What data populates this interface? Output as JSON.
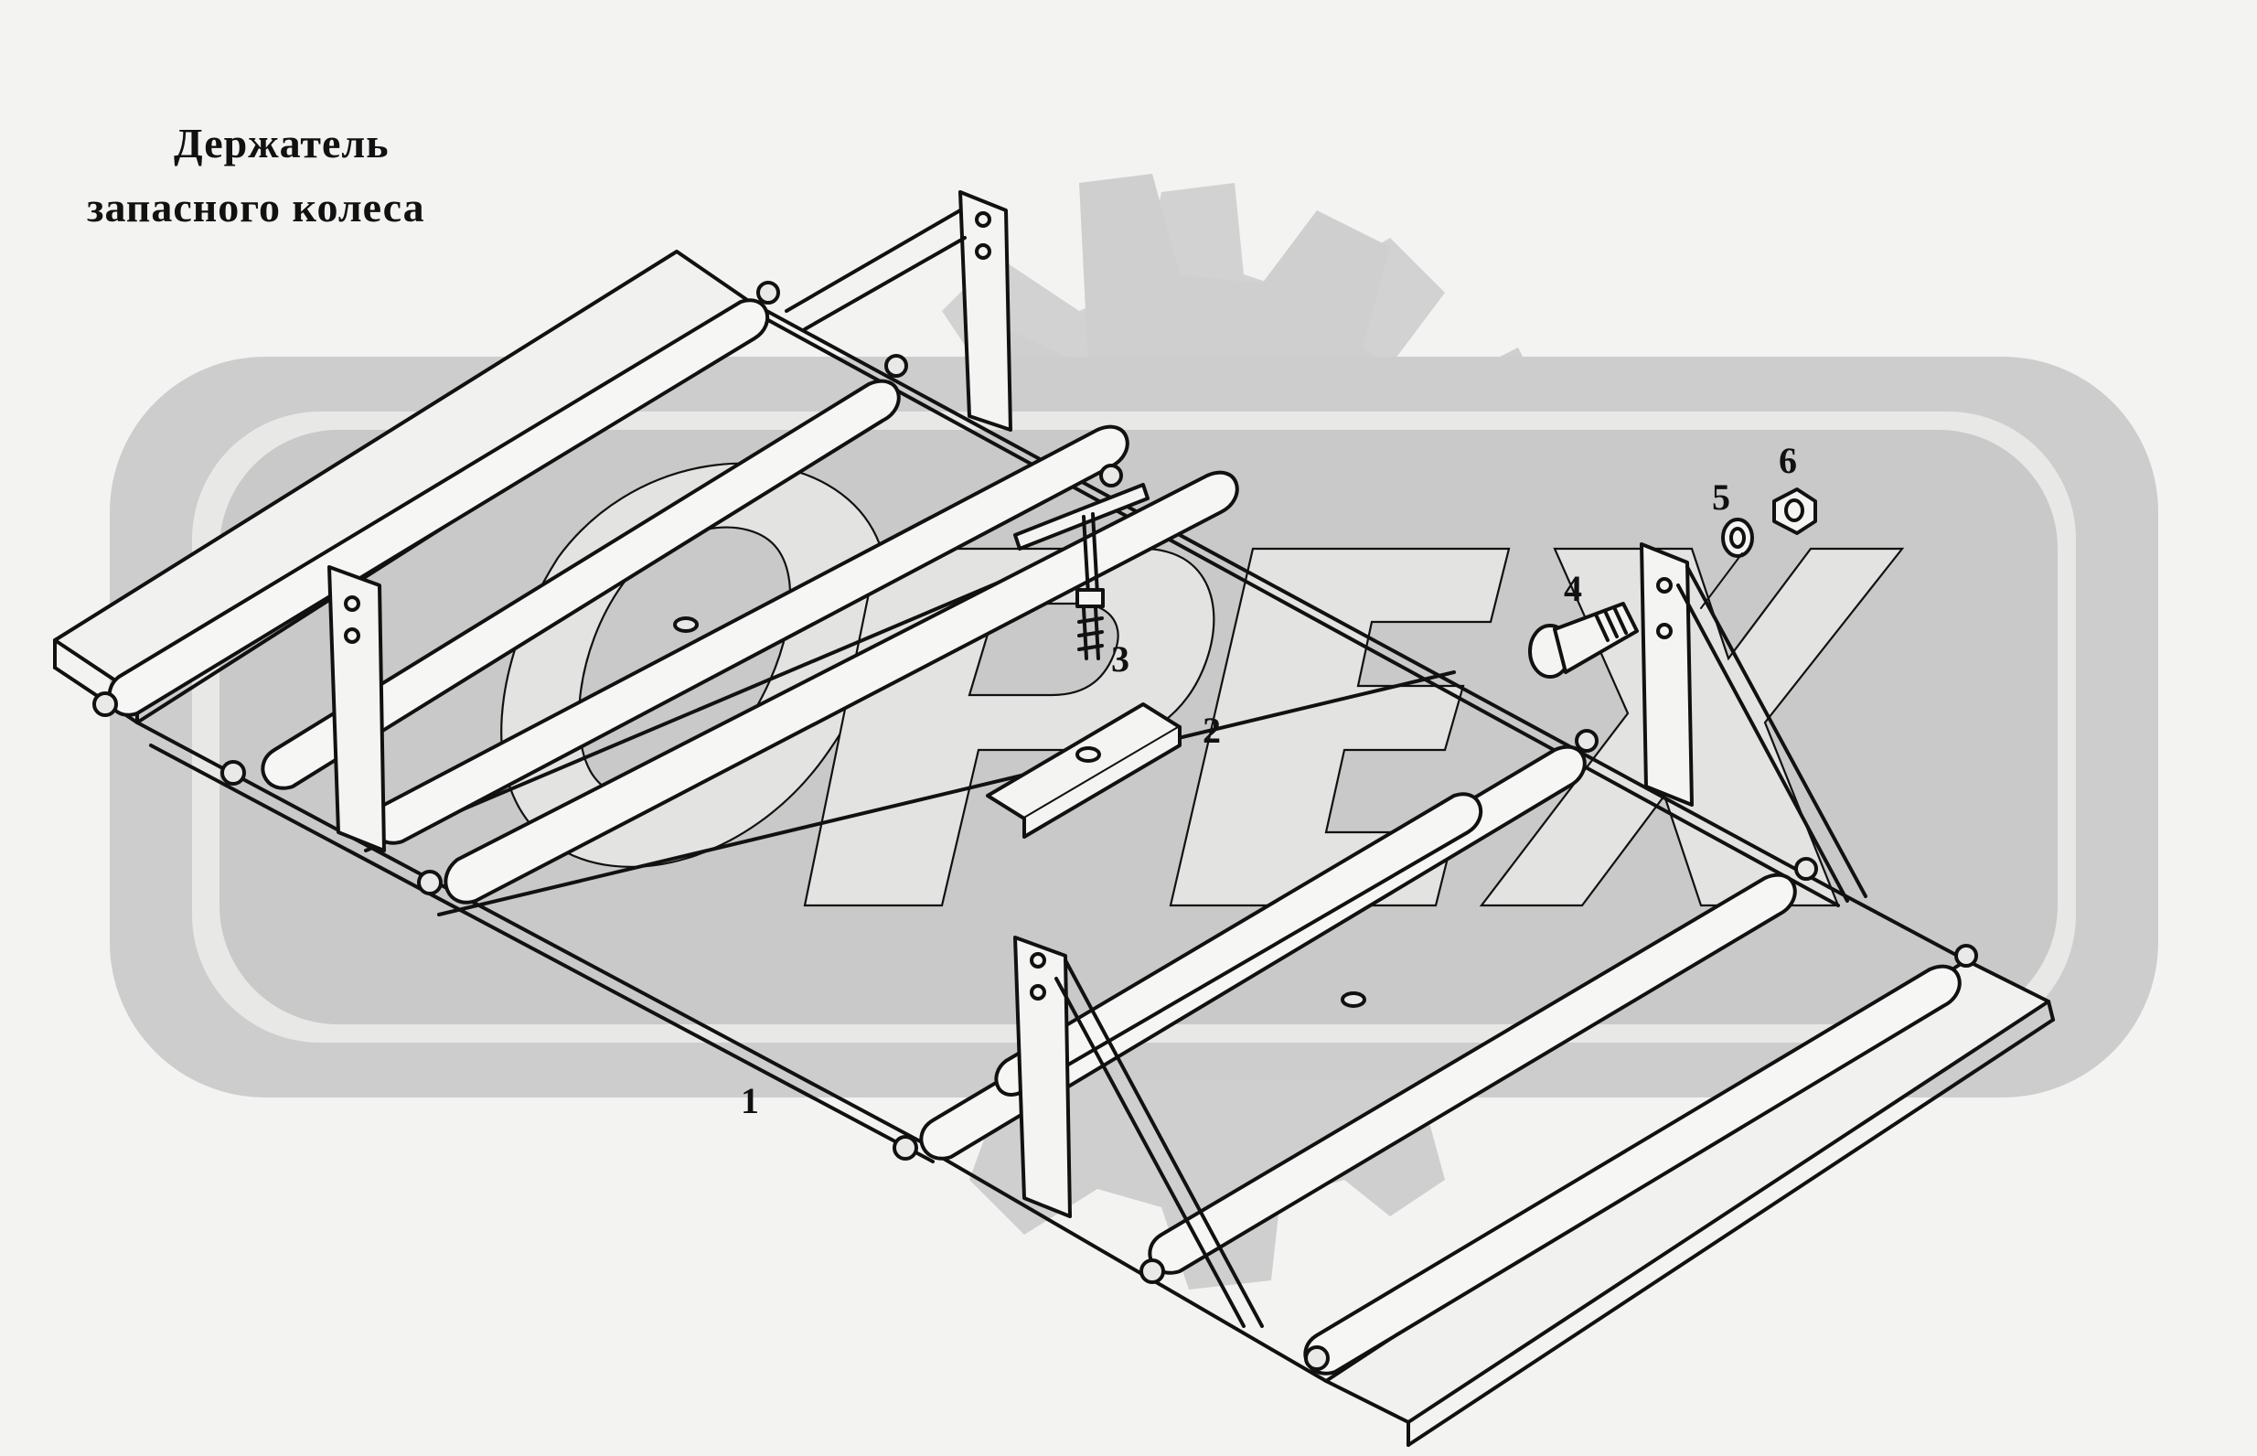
{
  "title": {
    "line1": "Держатель",
    "line2": "запасного  колеса"
  },
  "watermark": {
    "text": "OPEX",
    "color": "#c9c9c9"
  },
  "callouts": [
    "1",
    "2",
    "3",
    "4",
    "5",
    "6"
  ],
  "colors": {
    "background": "#f3f3f2",
    "line": "#111111",
    "watermark_fill": "#cfcfcf",
    "watermark_light": "#e4e4e4"
  }
}
